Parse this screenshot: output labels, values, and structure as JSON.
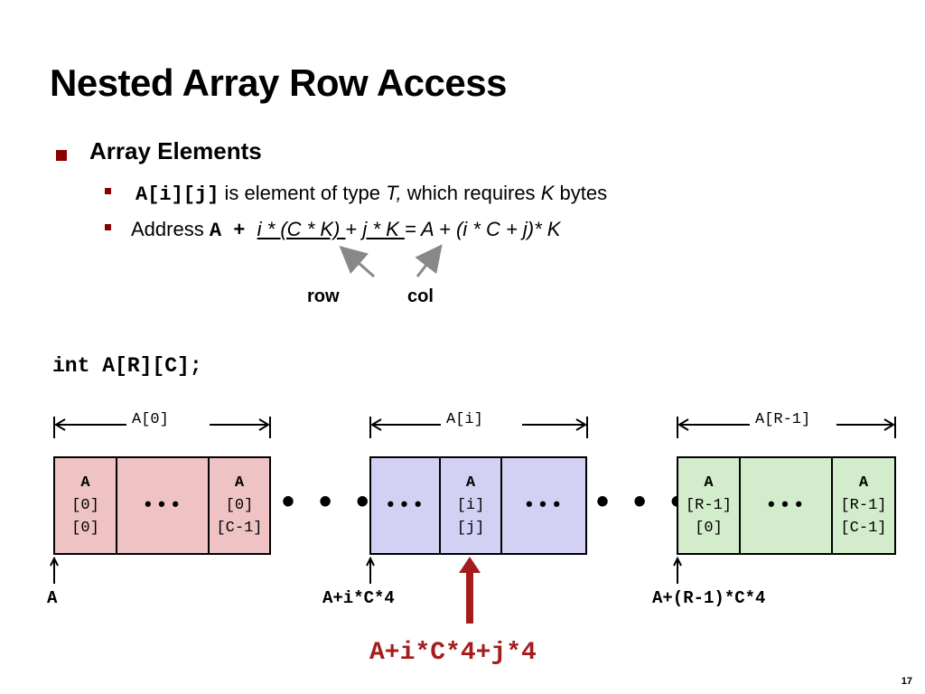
{
  "slide": {
    "title": "Nested Array Row Access",
    "number": "17"
  },
  "bullets": {
    "b1": "Array Elements",
    "b2_code": "A[i][j]",
    "b2_text1": " is element of type ",
    "b2_T": "T,",
    "b2_text2": " which requires ",
    "b2_K": "K",
    "b2_text3": " bytes",
    "b3_label": "Address ",
    "b3_A": "A + ",
    "b3_row_term": "i * (C * K) ",
    "b3_plus": "+ ",
    "b3_col_term": "j * K ",
    "b3_rest": "= A + (i * C + j)* K"
  },
  "annotations": {
    "row": "row",
    "col": "col"
  },
  "declaration": "int A[R][C];",
  "blocks": {
    "first": {
      "label": "A[0]"
    },
    "middle": {
      "label": "A[i]"
    },
    "last": {
      "label": "A[R-1]"
    }
  },
  "cells": {
    "c1": [
      "A",
      "[0]",
      "[0]"
    ],
    "c2": "•••",
    "c3": [
      "A",
      "[0]",
      "[C-1]"
    ],
    "c4": "•••",
    "c5": [
      "A",
      "[i]",
      "[j]"
    ],
    "c6": "•••",
    "c7": [
      "A",
      "[R-1]",
      "[0]"
    ],
    "c8": "•••",
    "c9": [
      "A",
      "[R-1]",
      "[C-1]"
    ]
  },
  "between_dots": "• • •",
  "addresses": {
    "a0": "A",
    "ai": "A+i*C*4",
    "ar": "A+(R-1)*C*4"
  },
  "element_address": "A+i*C*4+j*4",
  "colors": {
    "bullet": "#8b0000",
    "red_cell": "#efc3c3",
    "blue_cell": "#d2d1f3",
    "green_cell": "#d3edcc",
    "highlight_arrow": "#a51c1c"
  }
}
